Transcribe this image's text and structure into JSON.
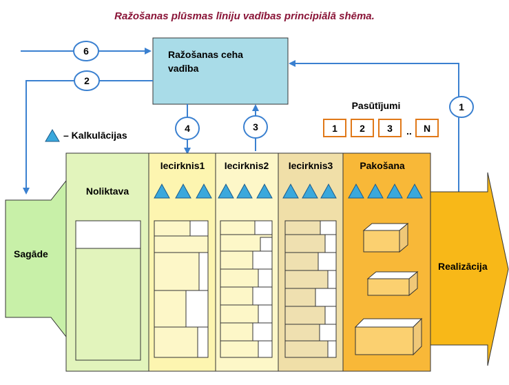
{
  "title": "Ražošanas plūsmas līniju vadības principiālā shēma.",
  "management_box": {
    "line1": "Ražošanas ceha",
    "line2": "vadība"
  },
  "orders": {
    "label": "Pasūtījumi",
    "boxes": [
      "1",
      "2",
      "3",
      "N"
    ],
    "ellipsis": ".."
  },
  "legend": {
    "label": "– Kalkulācijas",
    "icon": "triangle-icon"
  },
  "flow_numbers": {
    "n6": "6",
    "n2": "2",
    "n4": "4",
    "n3": "3",
    "n1": "1"
  },
  "stages": {
    "supply": "Sagāde",
    "warehouse": "Noliktava",
    "section1": "Iecirknis1",
    "section2": "Iecirknis2",
    "section3": "Iecirknis3",
    "packing": "Pakošana",
    "sales": "Realizācija"
  },
  "colors": {
    "title": "#8a1538",
    "management": "#a9dce8",
    "supply": "#c8f0a8",
    "warehouse": "#e2f4bc",
    "section1": "#fdf5b0",
    "section2": "#fdf7c8",
    "section3": "#f0dfa8",
    "packing": "#f8b838",
    "sales": "#f8b818",
    "arrow_line": "#3a80d0",
    "order_border": "#e07818",
    "triangle": "#3aa8dc"
  }
}
